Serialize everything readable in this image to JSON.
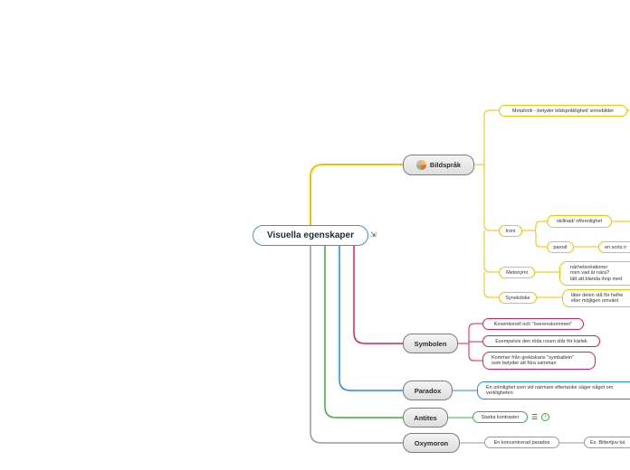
{
  "root": {
    "label": "Visuella egenskaper"
  },
  "topics": {
    "bildsprak": {
      "label": "Bildspråk",
      "metaforik": "Metaforik - betyder bildspråklighet/ sinnebilder",
      "ironi": "Ironi",
      "skillnad": "skillnad/ oförenlighet",
      "parodi": "parodi",
      "en_sorts": "en sorts ir",
      "metonymi": "Metonymi",
      "metonymi_desc": [
        "närhetsrelationer",
        "men vad är nära?",
        "lätt att blanda ihop med"
      ],
      "synekdoke": "Synekdoke",
      "synekdoke_desc": [
        "låter delen stå för helhe",
        "eller möjligen omvänt"
      ]
    },
    "symbolen": {
      "label": "Symbolen",
      "items": [
        [
          "Koventionell och \"överenskommen\""
        ],
        [
          "Exempelvis den röda rosen står för kärlek"
        ],
        [
          "Kommer från grekiskans \"symballein\"",
          "som betyder att föra samman"
        ]
      ]
    },
    "paradox": {
      "label": "Paradox",
      "desc": [
        "En orimlighet som vid närmare eftertanke säger något om",
        "verkligheten"
      ]
    },
    "antites": {
      "label": "Antites",
      "desc": "Starka kontraster"
    },
    "oxymoron": {
      "label": "Oxymoron",
      "desc": "En koncentrerad paradox",
      "example": "Ex. Bittertjuv kä"
    }
  },
  "colors": {
    "bildsprak": "#f2c200",
    "symbolen": "#d81e5b",
    "paradox": "#1c8ee6",
    "antites": "#3fae3f",
    "oxymoron": "#9a9a9a",
    "root_border": "#4a90c8"
  },
  "icons": {
    "root": "collapse-arrows-icon",
    "bildsprak": "palette-icon",
    "antites_notes": "notes-icon",
    "antites_info": "info-icon"
  }
}
